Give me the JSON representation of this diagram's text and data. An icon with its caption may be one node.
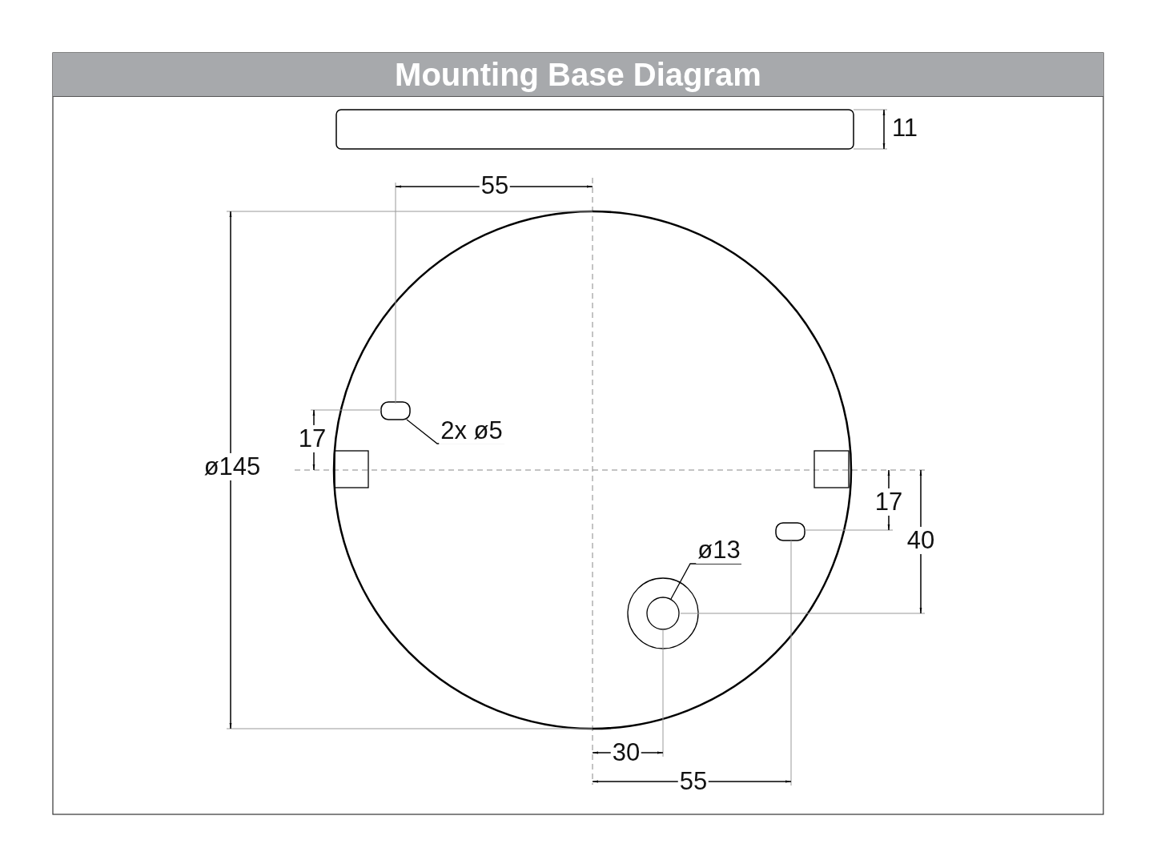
{
  "diagram": {
    "title": "Mounting Base Diagram",
    "nodes": [
      {
        "text": [],
        "shape": "box"
      },
      {
        "text": [],
        "shape": "slot"
      },
      {
        "text": [
          "2x ø5"
        ]
      },
      {
        "text": [],
        "shape": "slot"
      },
      {
        "text": [
          "ø13"
        ]
      },
      {
        "text": [],
        "shape": "circle"
      }
    ],
    "edges": [
      {
        "from": 2,
        "to": 1,
        "arrow": "none"
      },
      {
        "from": 4,
        "to": 5,
        "arrow": "none"
      }
    ],
    "labels": [
      "11",
      "55",
      "17",
      "ø145",
      "17",
      "40",
      "30",
      "55"
    ]
  }
}
